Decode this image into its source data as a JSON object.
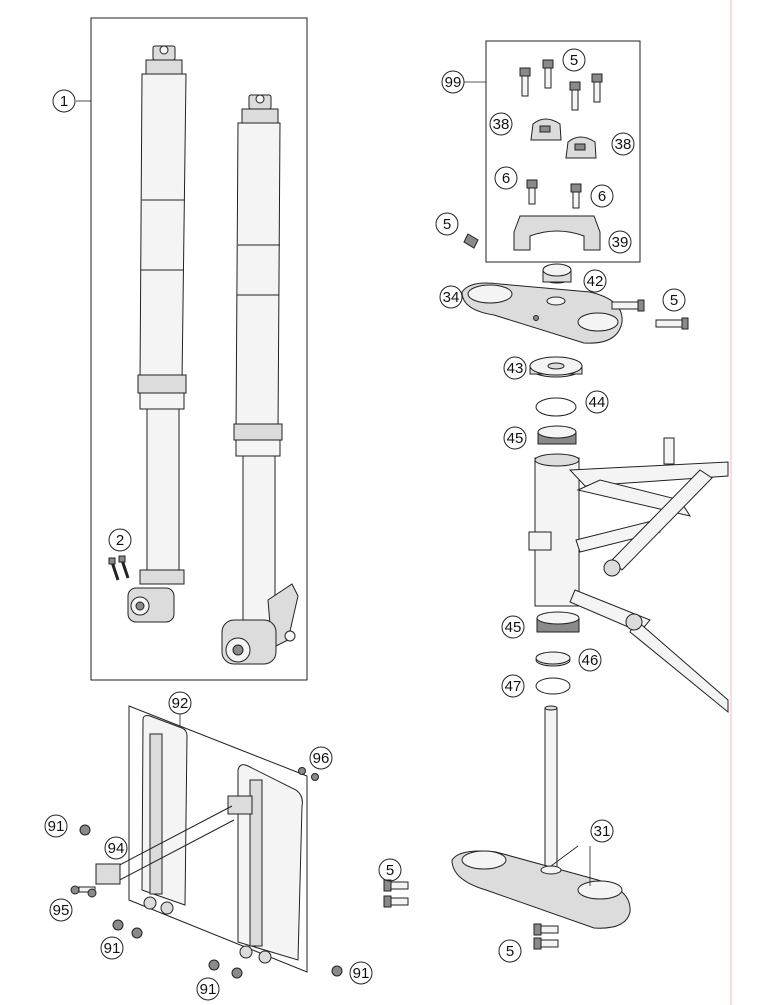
{
  "callouts": {
    "c1": "1",
    "c2": "2",
    "c5a": "5",
    "c5b": "5",
    "c5c": "5",
    "c5d": "5",
    "c5e": "5",
    "c6a": "6",
    "c6b": "6",
    "c31": "31",
    "c34": "34",
    "c38a": "38",
    "c38b": "38",
    "c39": "39",
    "c42": "42",
    "c43": "43",
    "c44": "44",
    "c45a": "45",
    "c45b": "45",
    "c46": "46",
    "c47": "47",
    "c91a": "91",
    "c91b": "91",
    "c91c": "91",
    "c91d": "91",
    "c92": "92",
    "c94": "94",
    "c95": "95",
    "c96": "96",
    "c99": "99"
  },
  "colors": {
    "line": "#222222",
    "accent_rule": "#f0b8c0"
  }
}
